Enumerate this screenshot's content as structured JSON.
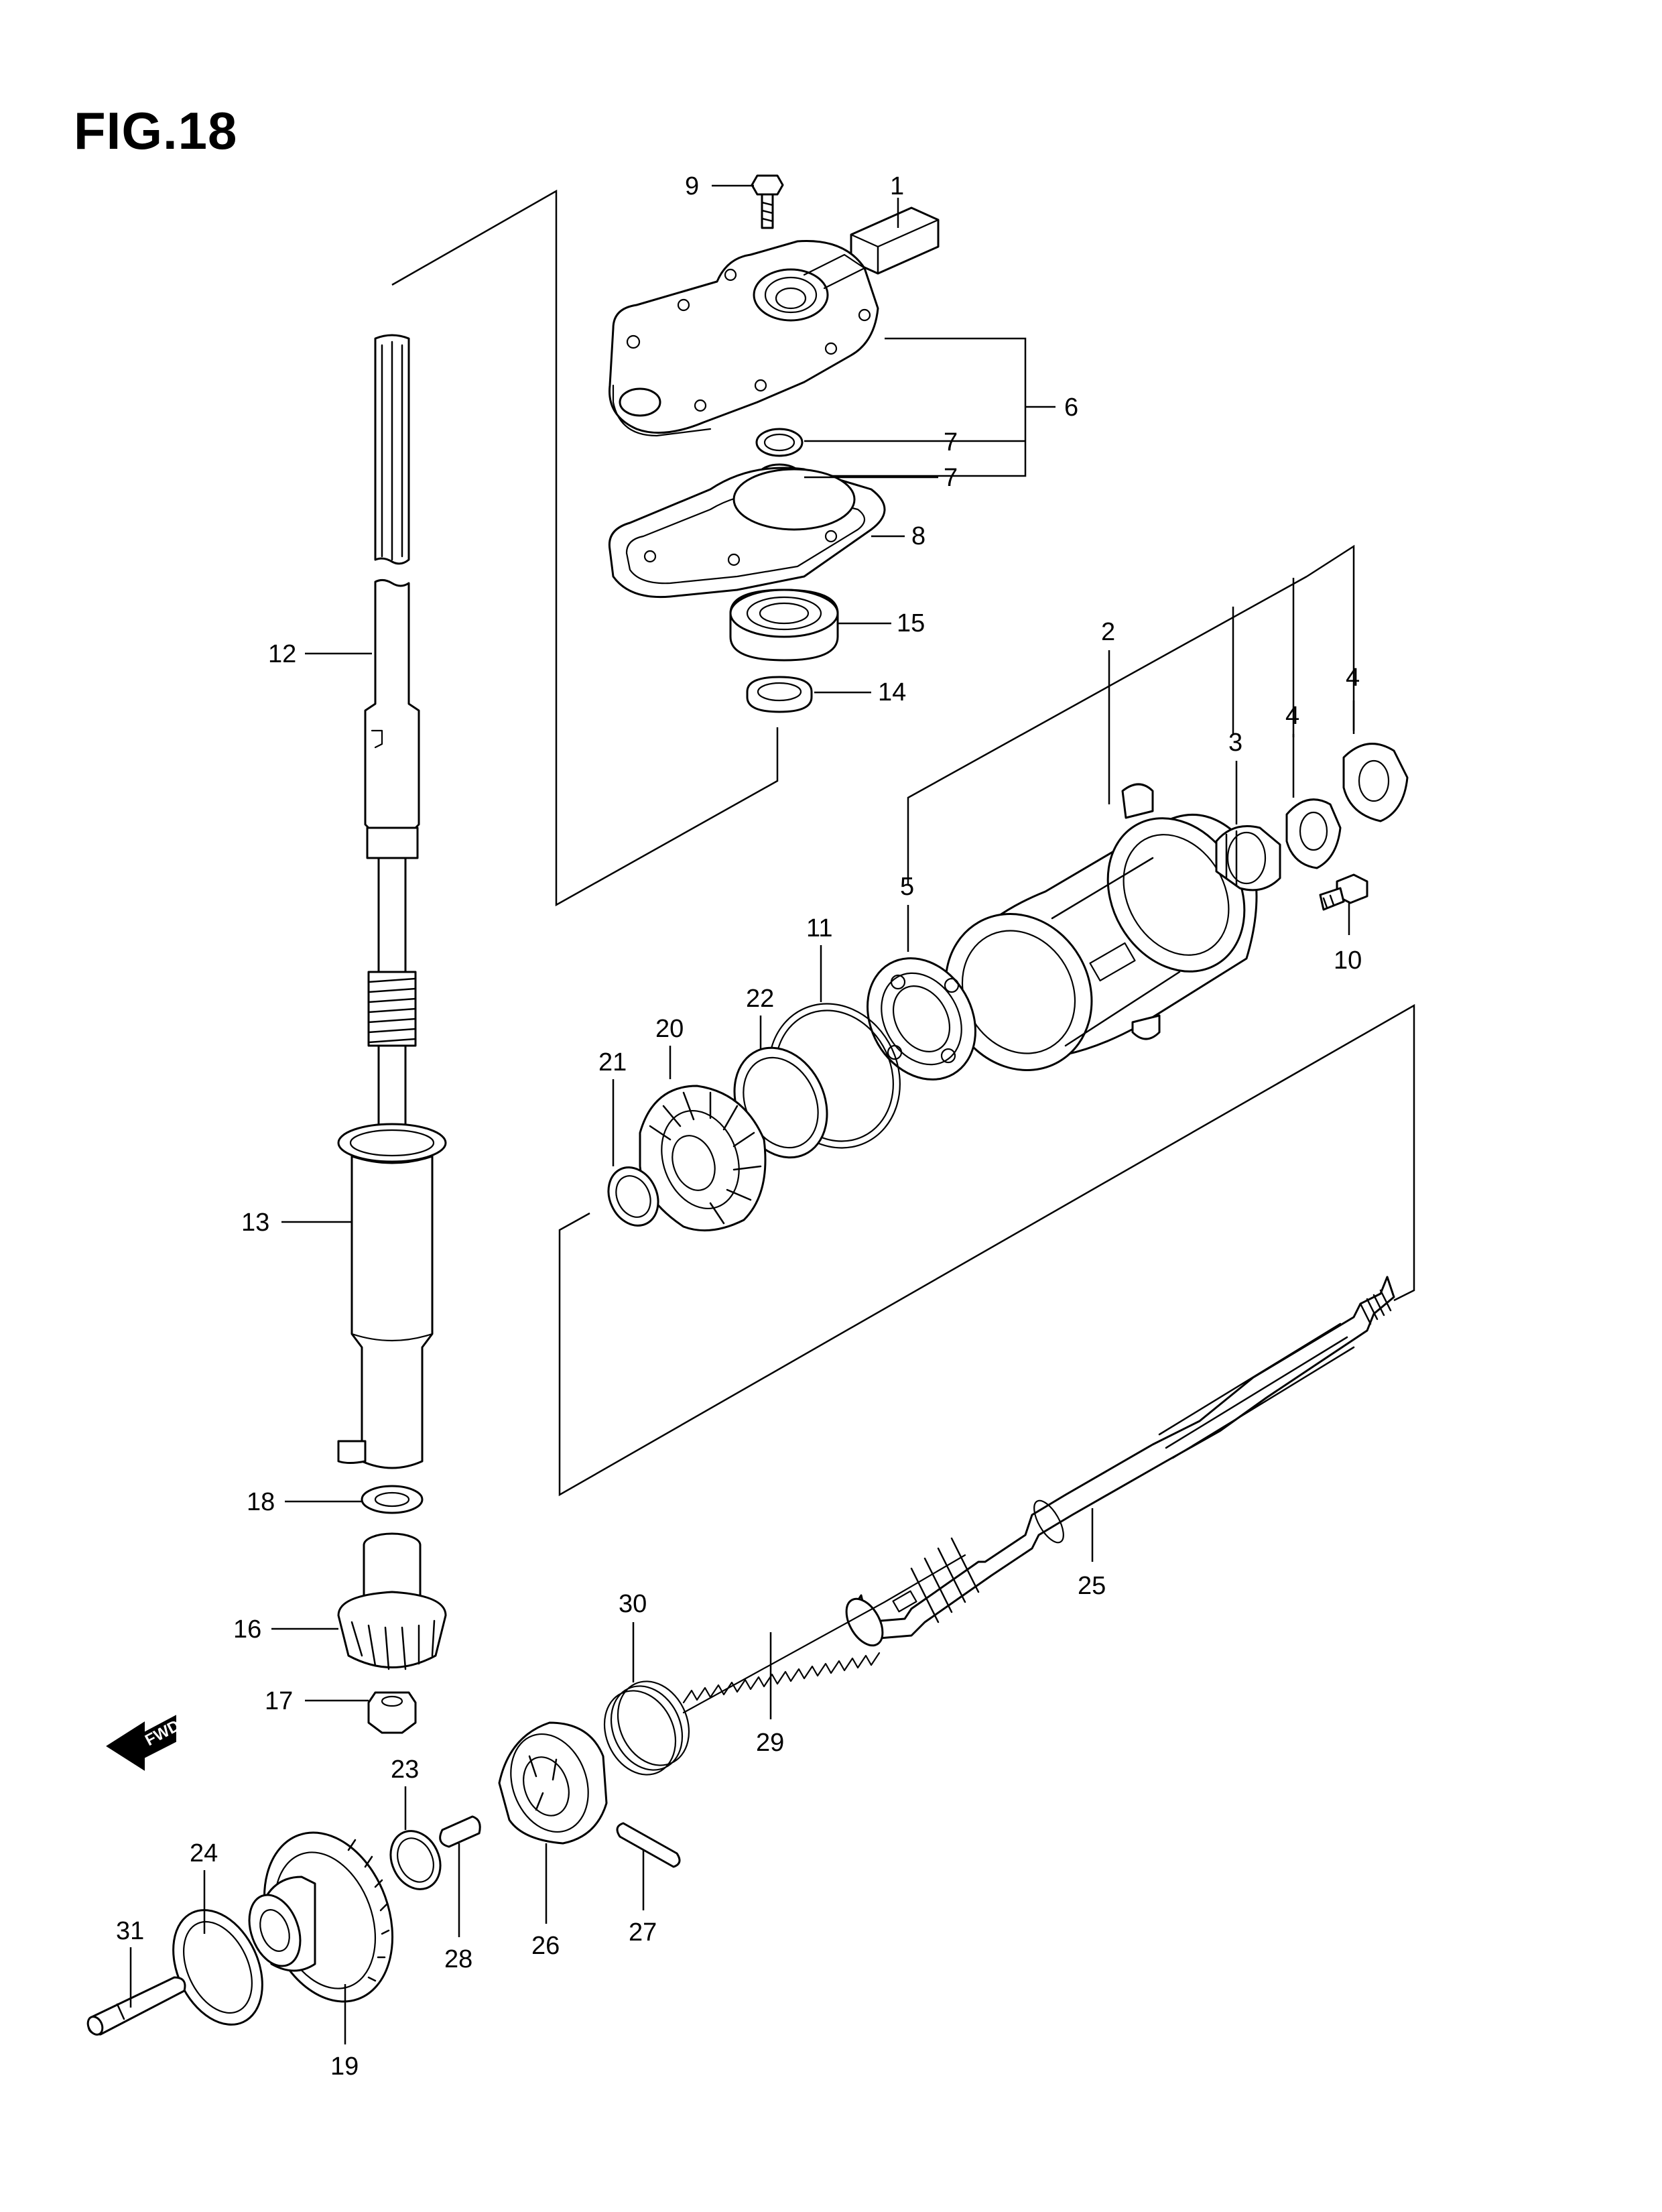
{
  "figure": {
    "title": "FIG.18"
  },
  "fwd_label": "FWD",
  "parts": [
    {
      "id": "p1",
      "label": "1"
    },
    {
      "id": "p2",
      "label": "2"
    },
    {
      "id": "p3",
      "label": "3"
    },
    {
      "id": "p4a",
      "label": "4"
    },
    {
      "id": "p4b",
      "label": "4"
    },
    {
      "id": "p5",
      "label": "5"
    },
    {
      "id": "p6",
      "label": "6"
    },
    {
      "id": "p7a",
      "label": "7"
    },
    {
      "id": "p7b",
      "label": "7"
    },
    {
      "id": "p8",
      "label": "8"
    },
    {
      "id": "p9",
      "label": "9"
    },
    {
      "id": "p10",
      "label": "10"
    },
    {
      "id": "p11",
      "label": "11"
    },
    {
      "id": "p12",
      "label": "12"
    },
    {
      "id": "p13",
      "label": "13"
    },
    {
      "id": "p14",
      "label": "14"
    },
    {
      "id": "p15",
      "label": "15"
    },
    {
      "id": "p16",
      "label": "16"
    },
    {
      "id": "p17",
      "label": "17"
    },
    {
      "id": "p18",
      "label": "18"
    },
    {
      "id": "p19",
      "label": "19"
    },
    {
      "id": "p20",
      "label": "20"
    },
    {
      "id": "p21",
      "label": "21"
    },
    {
      "id": "p22",
      "label": "22"
    },
    {
      "id": "p23",
      "label": "23"
    },
    {
      "id": "p24",
      "label": "24"
    },
    {
      "id": "p25",
      "label": "25"
    },
    {
      "id": "p26",
      "label": "26"
    },
    {
      "id": "p27",
      "label": "27"
    },
    {
      "id": "p28",
      "label": "28"
    },
    {
      "id": "p29",
      "label": "29"
    },
    {
      "id": "p30",
      "label": "30"
    },
    {
      "id": "p31",
      "label": "31"
    }
  ]
}
